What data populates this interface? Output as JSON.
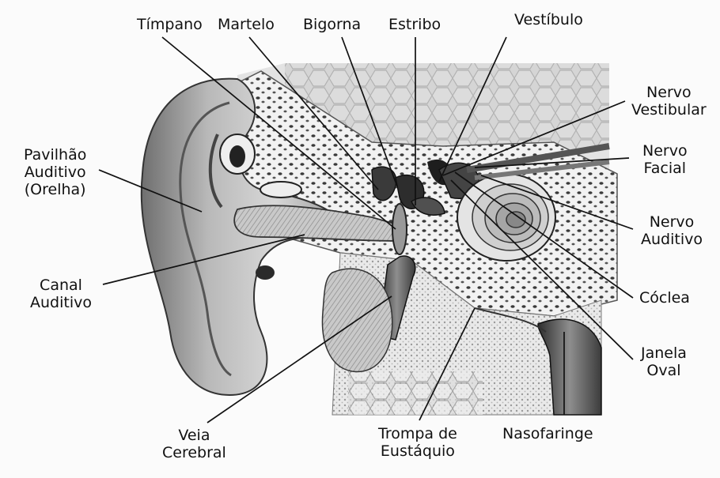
{
  "labels": {
    "timpano": "Tímpano",
    "martelo": "Martelo",
    "bigorna": "Bigorna",
    "estribo": "Estribo",
    "vestibulo": "Vestíbulo",
    "nervo_vestibular": [
      "Nervo",
      "Vestibular"
    ],
    "nervo_facial": [
      "Nervo",
      "Facial"
    ],
    "nervo_auditivo": [
      "Nervo",
      "Auditivo"
    ],
    "coclea": "Cóclea",
    "janela_oval": [
      "Janela",
      "Oval"
    ],
    "nasofaringe": "Nasofaringe",
    "trompa": [
      "Trompa de",
      "Eustáquio"
    ],
    "veia_cerebral": [
      "Veia",
      "Cerebral"
    ],
    "canal_auditivo": [
      "Canal",
      "Auditivo"
    ],
    "pavilhao": [
      "Pavilhão",
      "Auditivo",
      "(Orelha)"
    ]
  },
  "colors": {
    "ink": "#111111",
    "tissue": "#bdbdbd",
    "bone": "#e6e6e6",
    "shadow": "#7a7a7a"
  }
}
